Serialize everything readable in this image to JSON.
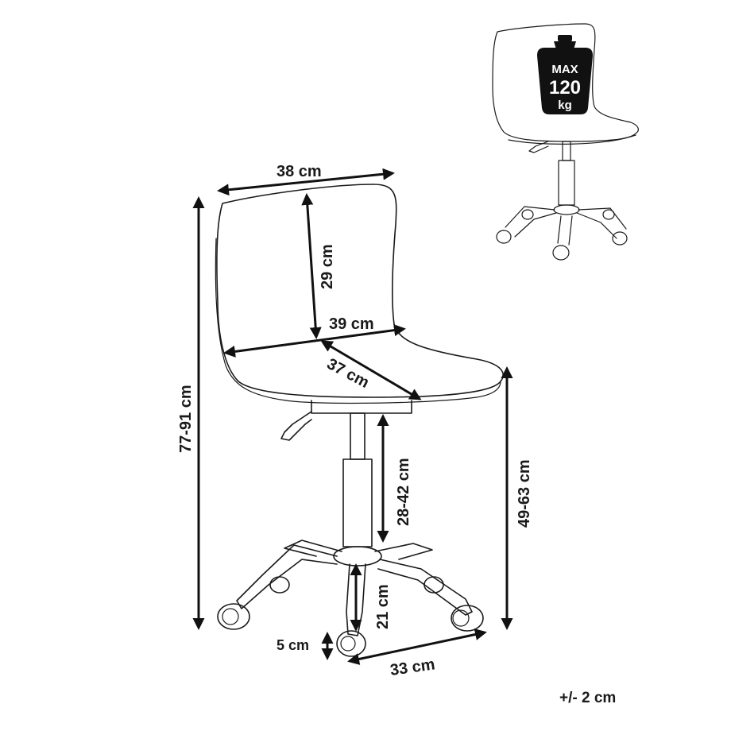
{
  "dimensions": {
    "backrest_top_width": "38 cm",
    "backrest_height": "29 cm",
    "seat_width": "39 cm",
    "seat_depth": "37 cm",
    "total_height": "77-91 cm",
    "seat_height": "49-63 cm",
    "gas_lift_height": "28-42 cm",
    "base_height": "21 cm",
    "caster_height": "5 cm",
    "base_radius": "33 cm"
  },
  "weight_limit": {
    "line1": "MAX",
    "line2": "120",
    "line3": "kg"
  },
  "tolerance": "+/- 2 cm",
  "colors": {
    "line": "#1a1a1a",
    "background": "#ffffff"
  }
}
